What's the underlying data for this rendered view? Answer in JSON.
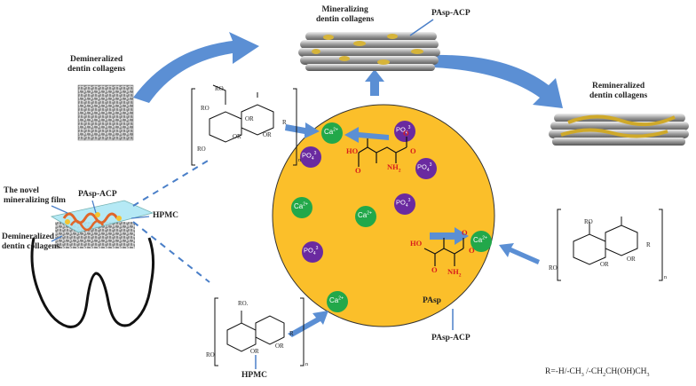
{
  "labels": {
    "demin_top": [
      "Demineralized",
      "dentin collagens"
    ],
    "mineralizing": [
      "Mineralizing",
      "dentin collagens"
    ],
    "pasp_acp_top": "PAsp-ACP",
    "remineralized": [
      "Remineralized",
      "dentin collagens"
    ],
    "novel_film": [
      "The novel",
      "mineralizing film"
    ],
    "pasp_acp_tooth": "PAsp-ACP",
    "hpmc_tooth": "HPMC",
    "demin_tooth": [
      "Demineralized",
      "dentin collagens"
    ],
    "pasp": "PAsp",
    "pasp_acp_bottom": "PAsp-ACP",
    "hpmc_bottom": "HPMC",
    "r_group": "R=-H/-CH3 /-CH2CH(OH)CH3"
  },
  "ions": {
    "calcium": "Ca2+",
    "phosphate": "PO43-"
  },
  "molecule": {
    "ho": "HO",
    "nh2": "NH2",
    "o": "O"
  },
  "hpmc_structure": {
    "ro": "RO",
    "or": "OR",
    "o": "O",
    "r": "R",
    "n": "n",
    "ro_dot": "RO."
  },
  "colors": {
    "circle": "#fbbf2a",
    "calcium": "#22a84a",
    "phosphate": "#6a2aa0",
    "arrow": "#5b8fd4",
    "molecule": "#d81c1c"
  }
}
